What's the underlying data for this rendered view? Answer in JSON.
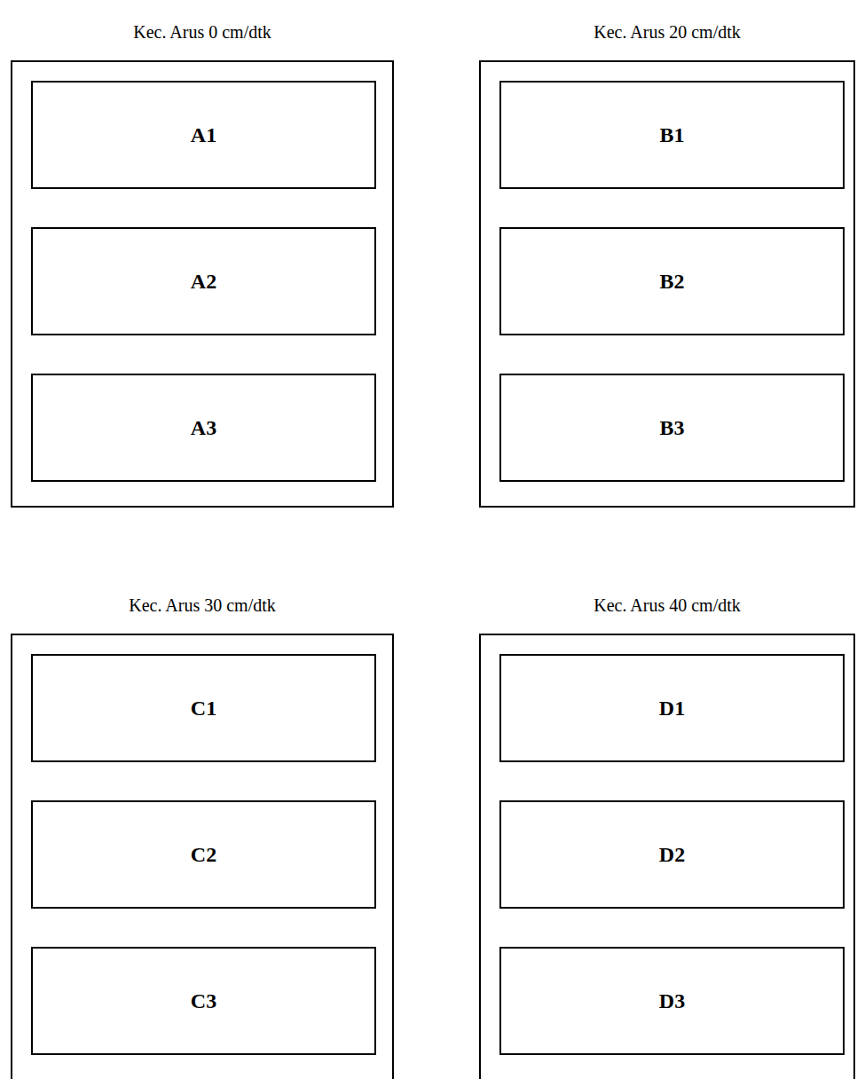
{
  "diagram": {
    "nodes": [
      {
        "text": [
          "Kec. Arus 0 cm/dtk"
        ]
      },
      {
        "text": [
          "A1"
        ],
        "in": 0
      },
      {
        "text": [
          "A2"
        ],
        "in": 0
      },
      {
        "text": [
          "A3"
        ],
        "in": 0
      },
      {
        "text": [
          "Kec. Arus 20 cm/dtk"
        ]
      },
      {
        "text": [
          "B1"
        ],
        "in": 4
      },
      {
        "text": [
          "B2"
        ],
        "in": 4
      },
      {
        "text": [
          "B3"
        ],
        "in": 4
      },
      {
        "text": [
          "Kec. Arus 30 cm/dtk"
        ]
      },
      {
        "text": [
          "C1"
        ],
        "in": 8
      },
      {
        "text": [
          "C2"
        ],
        "in": 8
      },
      {
        "text": [
          "C3"
        ],
        "in": 8
      },
      {
        "text": [
          "Kec. Arus 40 cm/dtk"
        ]
      },
      {
        "text": [
          "D1"
        ],
        "in": 12
      },
      {
        "text": [
          "D2"
        ],
        "in": 12
      },
      {
        "text": [
          "D3"
        ],
        "in": 12
      }
    ]
  }
}
